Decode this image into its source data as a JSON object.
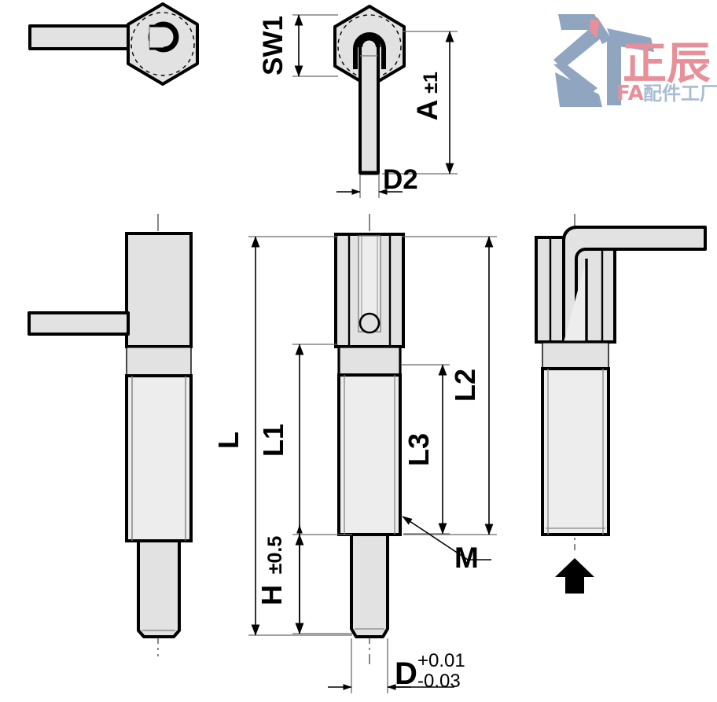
{
  "document": {
    "type": "engineering-drawing",
    "subject": "hex-head-indexing-plunger-pin",
    "background_color": "#ffffff",
    "line_color": "#000000",
    "fill_color": "#e2e2e2",
    "fill_color_light": "#ededed",
    "thin_line_color": "#6b6b6b"
  },
  "views": {
    "top_left": {
      "name": "top-view-lever-left",
      "description": "hexagon head top view with side lever"
    },
    "top_center": {
      "name": "top-view-lever-down",
      "description": "hexagon head top view with lever pointing down"
    },
    "bottom_left": {
      "name": "front-view-lever-left",
      "description": "front elevation, lever to the left"
    },
    "bottom_center": {
      "name": "front-view-sectioned",
      "description": "front elevation with dimensions"
    },
    "bottom_right": {
      "name": "side-view-lever-bent",
      "description": "side elevation with bent L lever and direction arrow"
    }
  },
  "dimensions": {
    "sw1": {
      "label": "SW1",
      "name": "dimension-sw1"
    },
    "a": {
      "label": "A",
      "tolerance": "±1",
      "name": "dimension-a"
    },
    "d2": {
      "label": "D2",
      "name": "dimension-d2"
    },
    "l": {
      "label": "L",
      "name": "dimension-l"
    },
    "l1": {
      "label": "L1",
      "name": "dimension-l1"
    },
    "l2": {
      "label": "L2",
      "name": "dimension-l2"
    },
    "l3": {
      "label": "L3",
      "name": "dimension-l3"
    },
    "h": {
      "label": "H",
      "tolerance": "±0.5",
      "name": "dimension-h"
    },
    "m": {
      "label": "M",
      "name": "dimension-m-thread"
    },
    "d": {
      "label": "D",
      "tol_upper": "+0.01",
      "tol_lower": "-0.03",
      "name": "dimension-d"
    }
  },
  "annotations": {
    "direction_arrow": {
      "name": "view-direction-arrow",
      "symbol": "▲"
    }
  },
  "logo": {
    "name": "zhengchen-fa-logo",
    "mark_color": "#8fa5c0",
    "accent_color": "#e8909a",
    "title_cn": "正辰",
    "subtitle_latin": "FA",
    "subtitle_cn": "配件工厂",
    "subtitle_color": "#a8bdd4",
    "subtitle_accent": "#e8909a"
  }
}
